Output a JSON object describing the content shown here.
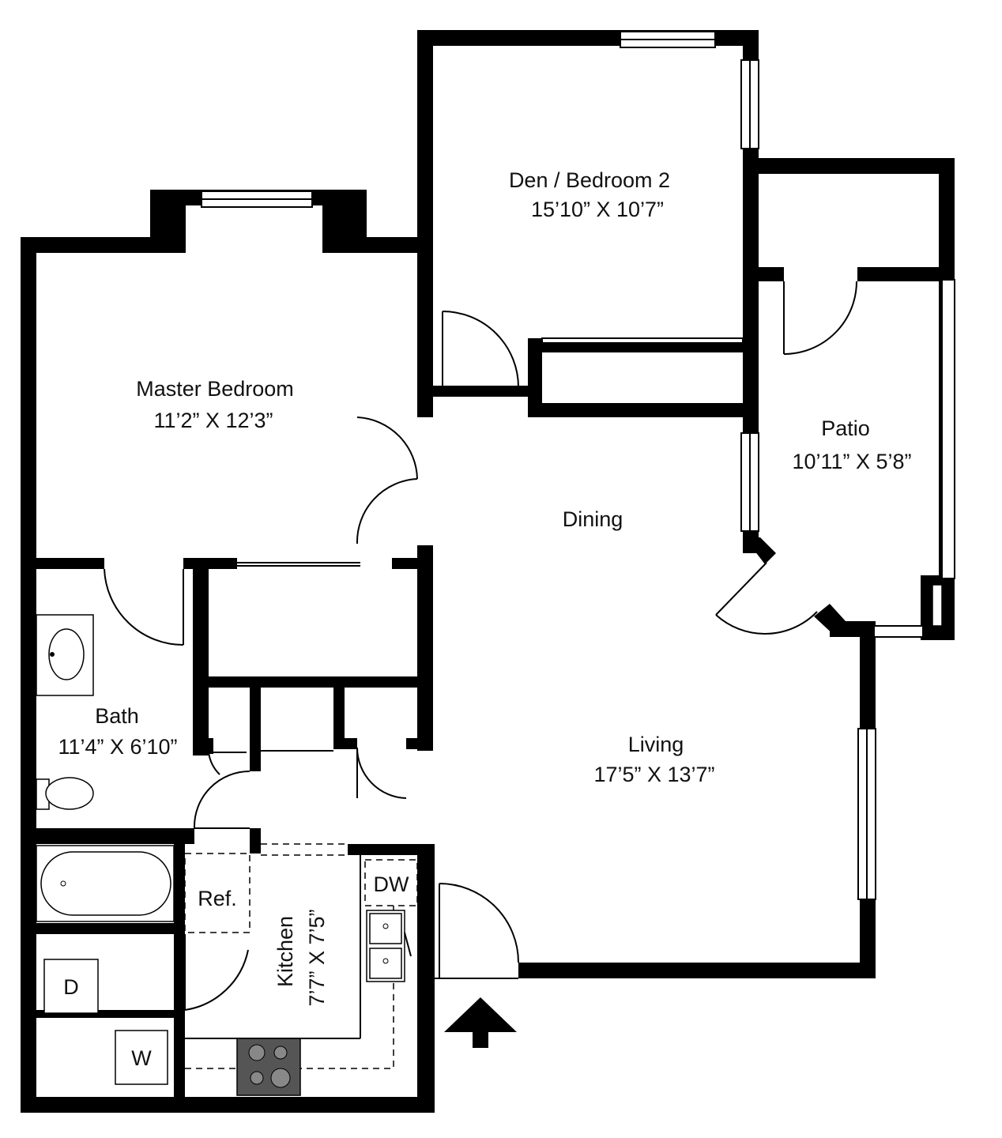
{
  "rooms": {
    "den": {
      "name": "Den / Bedroom 2",
      "size": "15’10” X 10’7”"
    },
    "master": {
      "name": "Master Bedroom",
      "size": "11’2” X 12’3”"
    },
    "patio": {
      "name": "Patio",
      "size": "10’11” X 5’8”"
    },
    "dining": {
      "name": "Dining"
    },
    "bath": {
      "name": "Bath",
      "size": "11’4” X 6’10”"
    },
    "living": {
      "name": "Living",
      "size": "17’5” X 13’7”"
    },
    "kitchen": {
      "name": "Kitchen",
      "size": "7’7” X 7’5”"
    }
  },
  "appliances": {
    "refrigerator": "Ref.",
    "dishwasher": "DW",
    "dryer": "D",
    "washer": "W"
  },
  "colors": {
    "wall": "#000000",
    "background": "#ffffff",
    "range": "#555555"
  },
  "icons": {
    "entry": "entry-arrow-icon"
  }
}
